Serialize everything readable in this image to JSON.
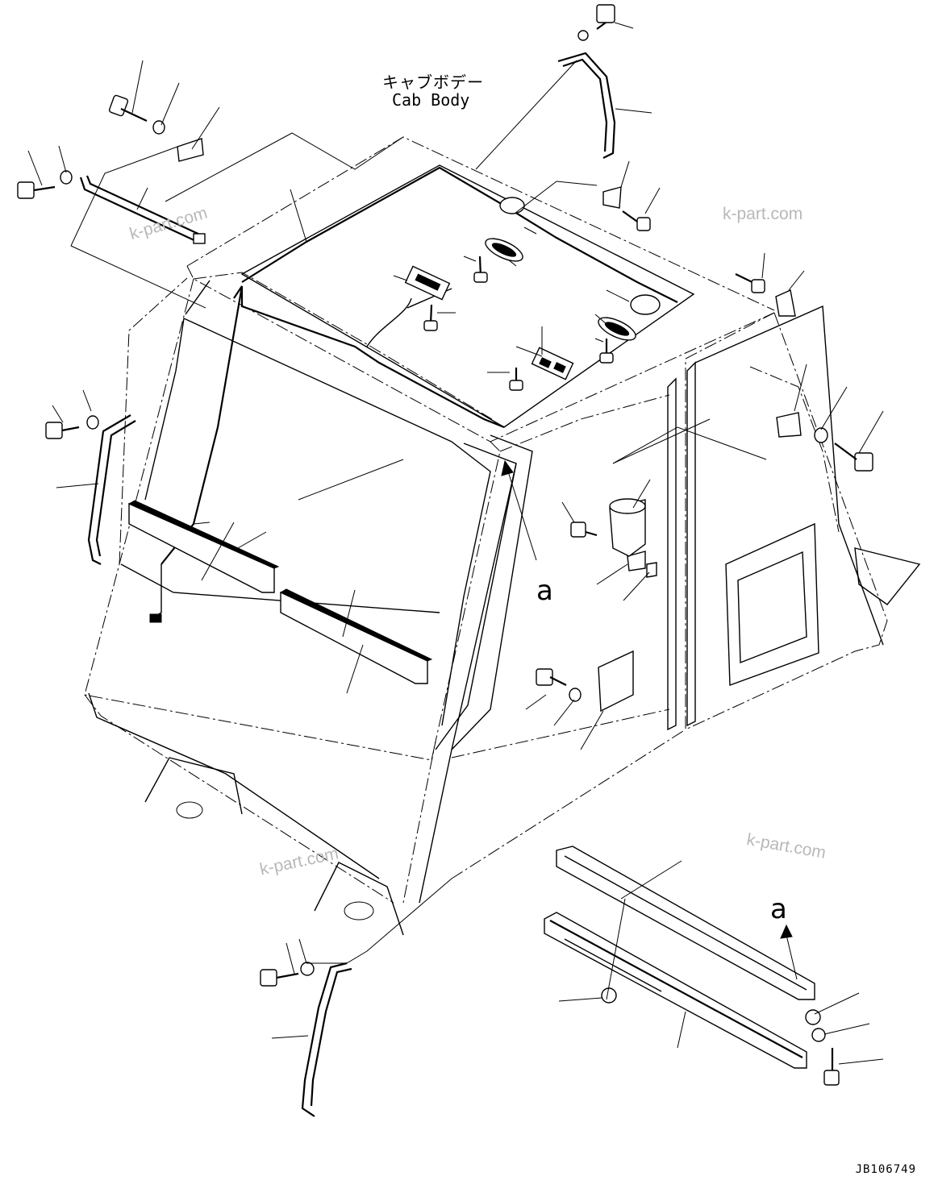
{
  "diagram": {
    "title_jp": "キャブボデー",
    "title_en": "Cab Body",
    "reference_letters": [
      "a",
      "a"
    ],
    "watermarks": [
      "k-part.com",
      "k-part.com",
      "k-part.com",
      "k-part.com"
    ],
    "drawing_code": "JB106749"
  }
}
